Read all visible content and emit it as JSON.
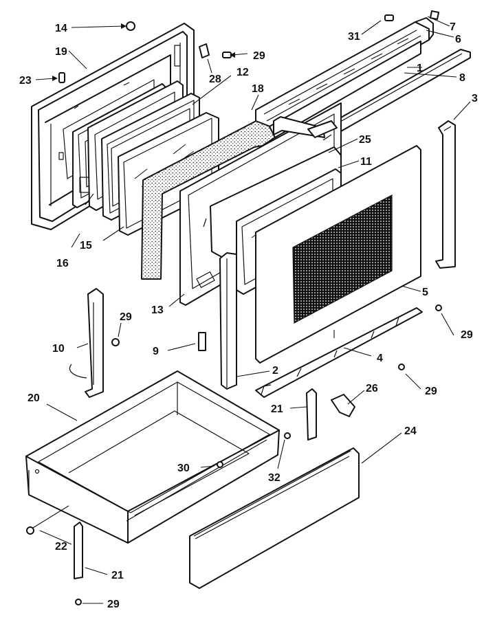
{
  "diagram": {
    "callouts": [
      {
        "id": "c1",
        "label": "1"
      },
      {
        "id": "c2",
        "label": "2"
      },
      {
        "id": "c3",
        "label": "3"
      },
      {
        "id": "c4",
        "label": "4"
      },
      {
        "id": "c5",
        "label": "5"
      },
      {
        "id": "c6",
        "label": "6"
      },
      {
        "id": "c7",
        "label": "7"
      },
      {
        "id": "c8",
        "label": "8"
      },
      {
        "id": "c9",
        "label": "9"
      },
      {
        "id": "c10",
        "label": "10"
      },
      {
        "id": "c11",
        "label": "11"
      },
      {
        "id": "c12",
        "label": "12"
      },
      {
        "id": "c13",
        "label": "13"
      },
      {
        "id": "c14",
        "label": "14"
      },
      {
        "id": "c15",
        "label": "15"
      },
      {
        "id": "c16",
        "label": "16"
      },
      {
        "id": "c18",
        "label": "18"
      },
      {
        "id": "c19",
        "label": "19"
      },
      {
        "id": "c20",
        "label": "20"
      },
      {
        "id": "c21a",
        "label": "21"
      },
      {
        "id": "c21b",
        "label": "21"
      },
      {
        "id": "c22",
        "label": "22"
      },
      {
        "id": "c23",
        "label": "23"
      },
      {
        "id": "c24",
        "label": "24"
      },
      {
        "id": "c25",
        "label": "25"
      },
      {
        "id": "c26",
        "label": "26"
      },
      {
        "id": "c28",
        "label": "28"
      },
      {
        "id": "c29a",
        "label": "29"
      },
      {
        "id": "c29b",
        "label": "29"
      },
      {
        "id": "c29c",
        "label": "29"
      },
      {
        "id": "c29d",
        "label": "29"
      },
      {
        "id": "c29e",
        "label": "29"
      },
      {
        "id": "c30",
        "label": "30"
      },
      {
        "id": "c31",
        "label": "31"
      },
      {
        "id": "c32",
        "label": "32"
      }
    ]
  }
}
